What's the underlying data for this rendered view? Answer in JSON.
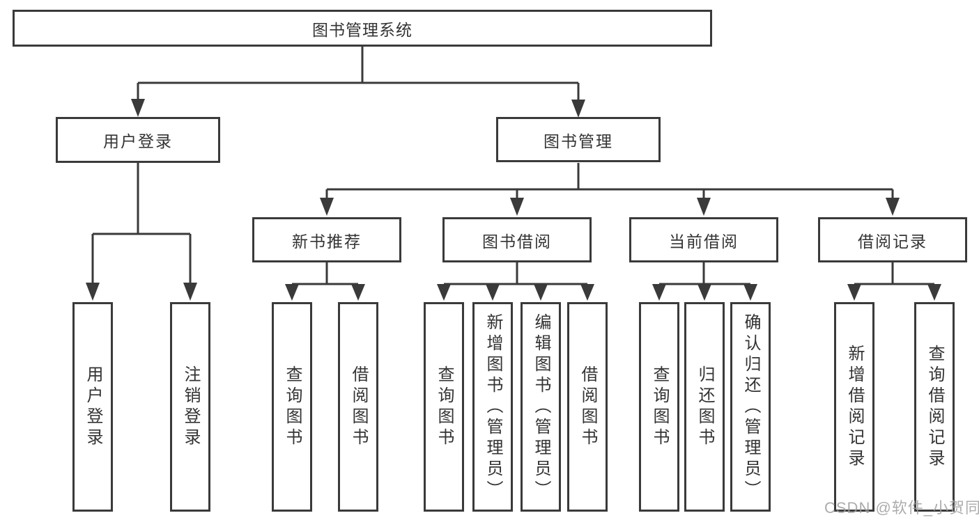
{
  "tree": {
    "root": {
      "label": "图书管理系统"
    },
    "branches": [
      {
        "label": "用户登录",
        "children": [
          {
            "label": "用户登录"
          },
          {
            "label": "注销登录"
          }
        ]
      },
      {
        "label": "图书管理",
        "groups": [
          {
            "label": "新书推荐",
            "children": [
              {
                "label": "查询图书"
              },
              {
                "label": "借阅图书"
              }
            ]
          },
          {
            "label": "图书借阅",
            "children": [
              {
                "label": "查询图书"
              },
              {
                "label": "新增图书（管理员）"
              },
              {
                "label": "编辑图书（管理员）"
              },
              {
                "label": "借阅图书"
              }
            ]
          },
          {
            "label": "当前借阅",
            "children": [
              {
                "label": "查询图书"
              },
              {
                "label": "归还图书"
              },
              {
                "label": "确认归还（管理员）"
              }
            ]
          },
          {
            "label": "借阅记录",
            "children": [
              {
                "label": "新增借阅记录"
              },
              {
                "label": "查询借阅记录"
              }
            ]
          }
        ]
      }
    ]
  },
  "watermark": {
    "text": "CSDN @软件_小贺同学"
  },
  "colors": {
    "line": "#3a3a3a",
    "text": "#333333",
    "background": "#ffffff",
    "watermark": "#9e9e9e"
  }
}
